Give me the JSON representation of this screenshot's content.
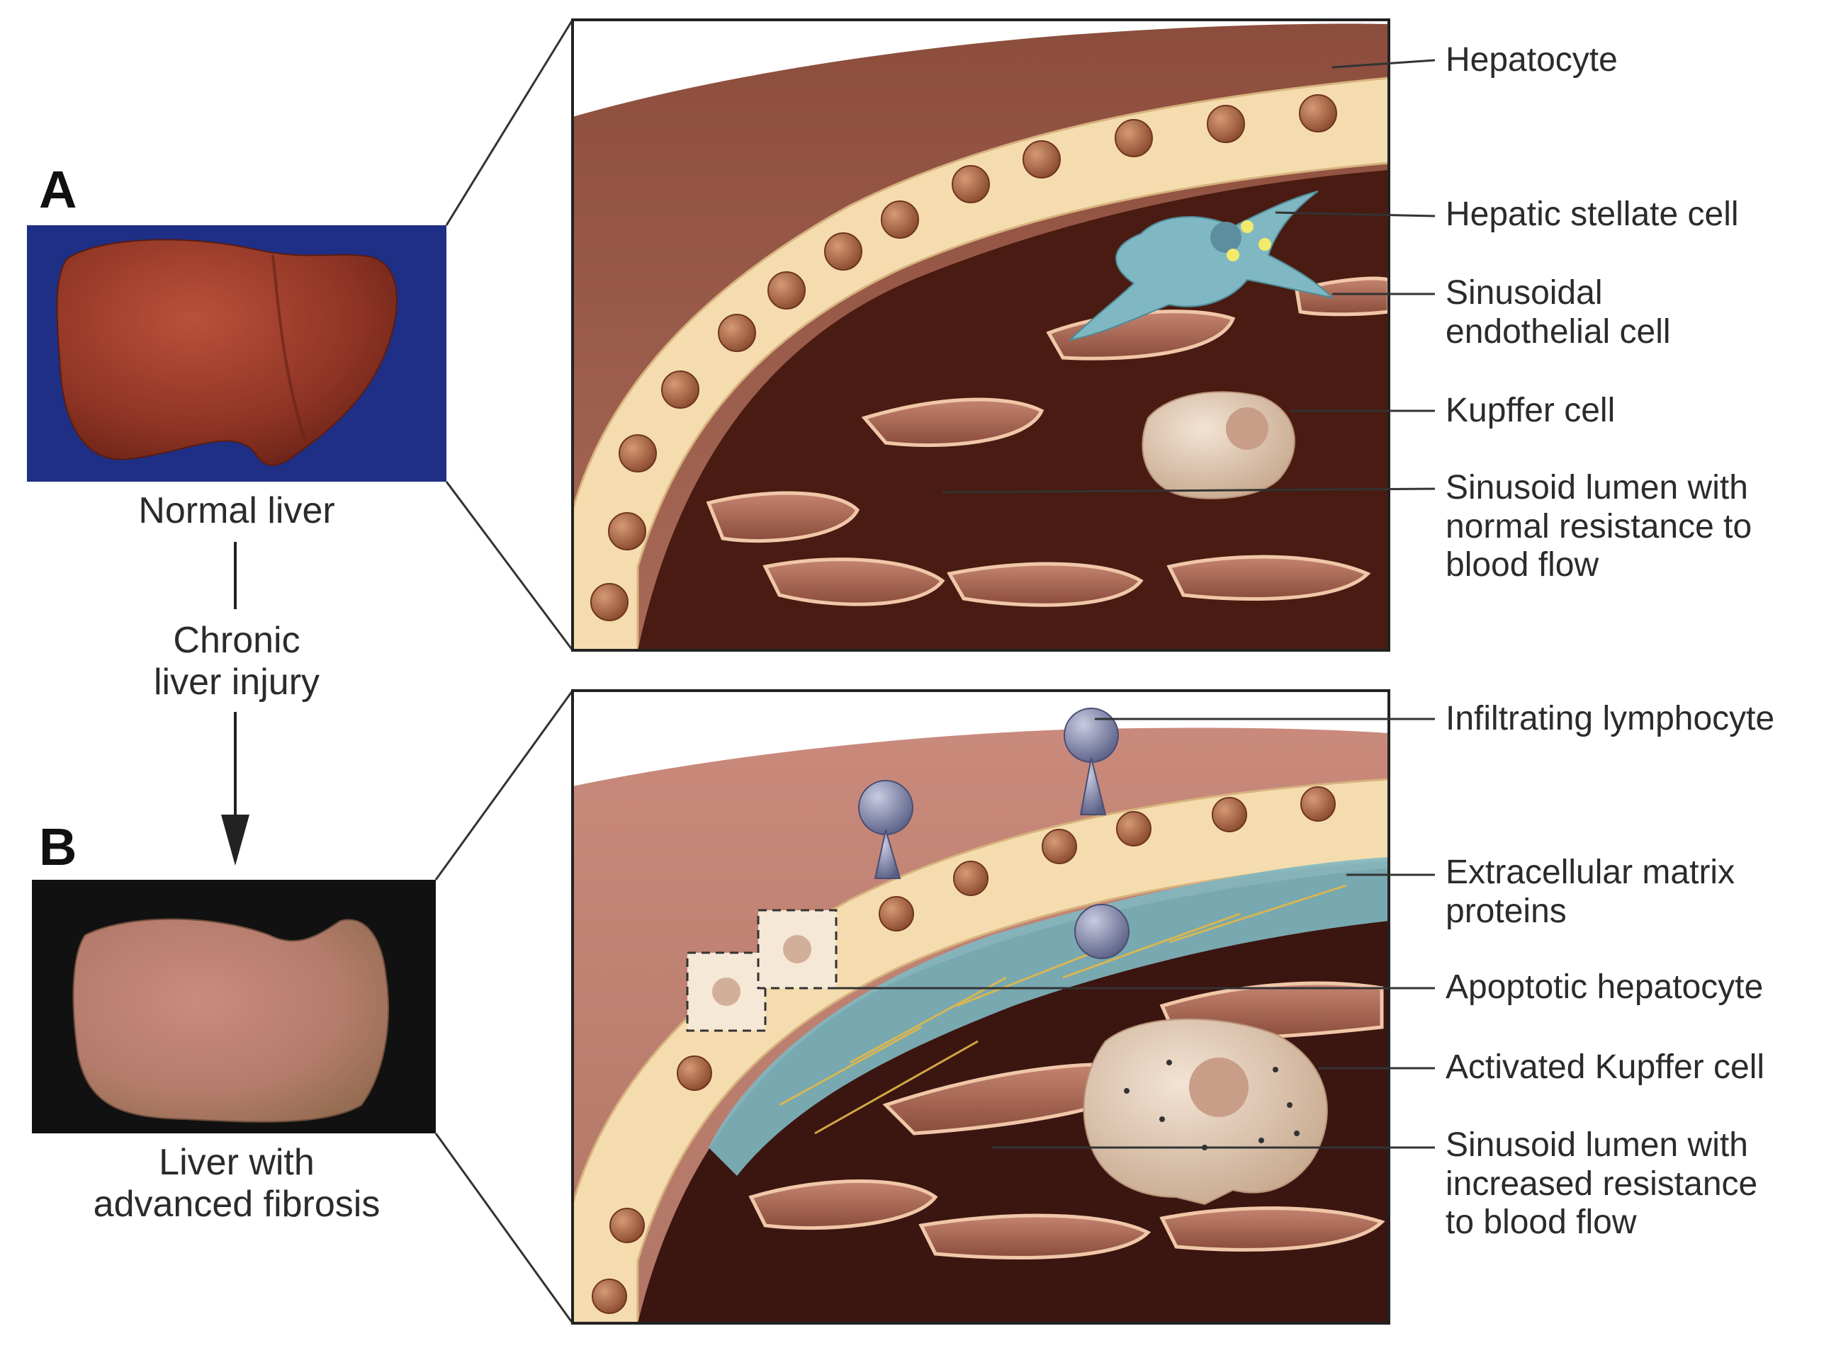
{
  "panel_a": {
    "letter": "A",
    "photo_caption": "Normal liver",
    "labels": {
      "hepatocyte": "Hepatocyte",
      "stellate": "Hepatic stellate cell",
      "endothelial": [
        "Sinusoidal",
        "endothelial cell"
      ],
      "kupffer": "Kupffer cell",
      "lumen": [
        "Sinusoid lumen with",
        "normal resistance to",
        "blood flow"
      ]
    }
  },
  "transition": {
    "label": [
      "Chronic",
      "liver injury"
    ]
  },
  "panel_b": {
    "letter": "B",
    "photo_caption": [
      "Liver with",
      "advanced fibrosis"
    ],
    "labels": {
      "lymphocyte": "Infiltrating lymphocyte",
      "ecm": [
        "Extracellular matrix",
        "proteins"
      ],
      "apoptotic": "Apoptotic hepatocyte",
      "activated_kupffer": "Activated Kupffer cell",
      "lumen": [
        "Sinusoid lumen with",
        "increased resistance",
        "to blood flow"
      ]
    }
  },
  "colors": {
    "hepatocyte": "#f5dcae",
    "nucleus": "#a3603f",
    "tissue": "#9b5748",
    "endothelium": "#c9826c",
    "stellate": "#7fb8c2",
    "lymphocyte": "#7d82a6",
    "kupffer": "#e3cbb8",
    "photo_bg_a": "#1f2f86",
    "photo_bg_b": "#111111"
  }
}
